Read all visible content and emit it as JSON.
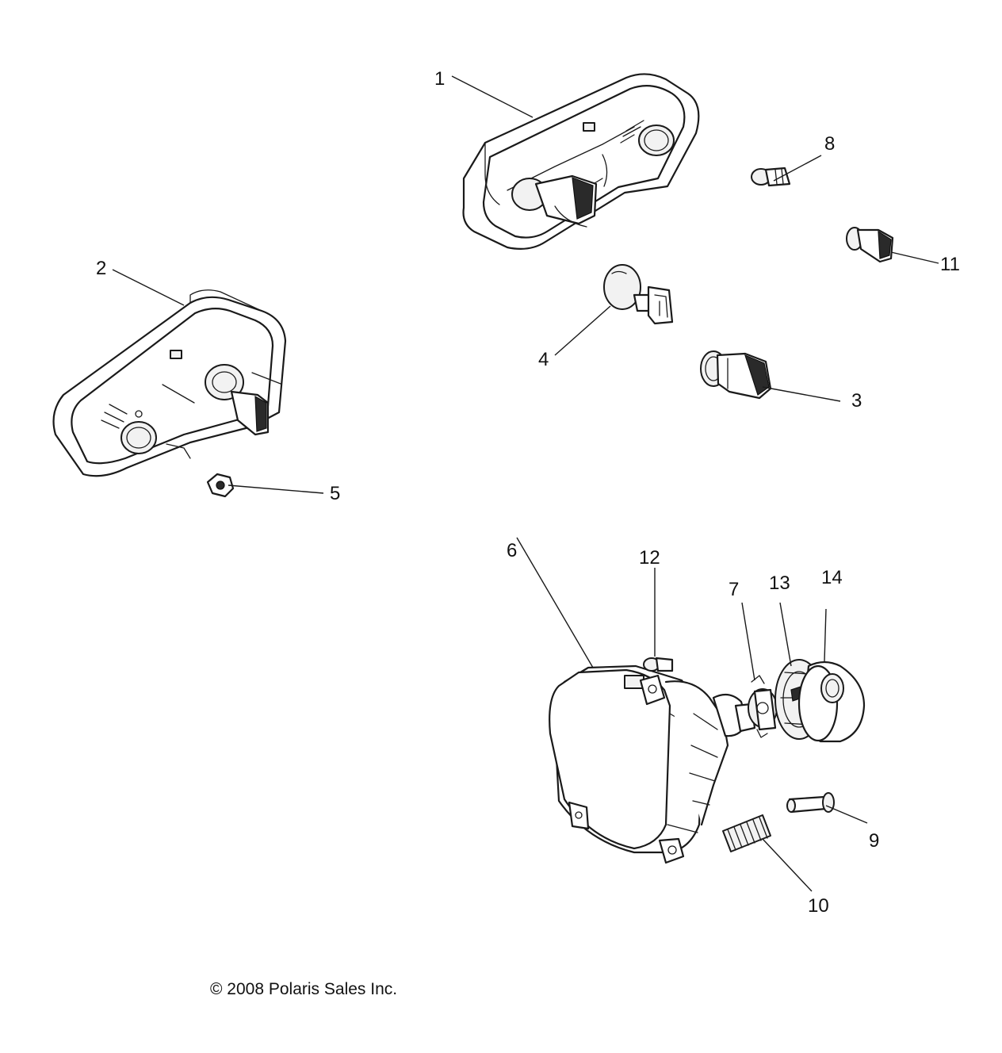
{
  "callouts": {
    "c1": "1",
    "c2": "2",
    "c3": "3",
    "c4": "4",
    "c5": "5",
    "c6": "6",
    "c7": "7",
    "c8": "8",
    "c9": "9",
    "c10": "10",
    "c11": "11",
    "c12": "12",
    "c13": "13",
    "c14": "14"
  },
  "footer": {
    "copyright": "© 2008 Polaris Sales Inc."
  },
  "colors": {
    "line": "#1a1a1a",
    "background": "#ffffff"
  }
}
